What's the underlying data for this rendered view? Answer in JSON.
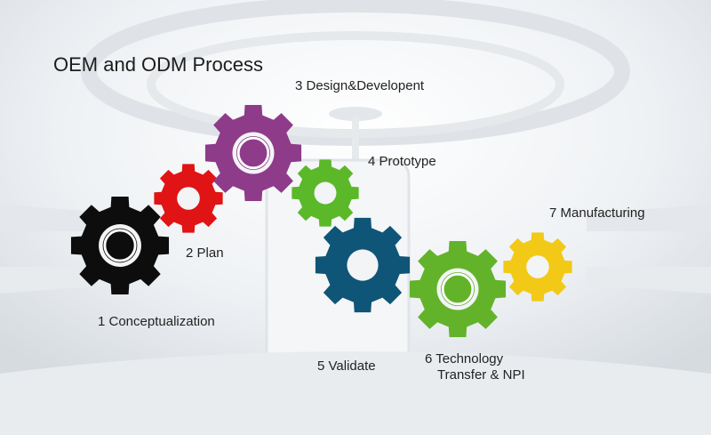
{
  "title": "OEM and ODM Process",
  "steps": [
    {
      "label": "1 Conceptualization",
      "color": "#0d0d0d",
      "ring": "#ffffff"
    },
    {
      "label": "2 Plan",
      "color": "#e01414",
      "ring": "#ffffff"
    },
    {
      "label": "3 Design&Developent",
      "color": "#8e3b8a",
      "ring": "#ffffff"
    },
    {
      "label": "4 Prototype",
      "color": "#5bb829",
      "ring": "#ffffff"
    },
    {
      "label": "5 Validate",
      "color": "#0f5577",
      "ring": "#ffffff"
    },
    {
      "label": "6 Technology",
      "label2": "Transfer & NPI",
      "color": "#62b32a",
      "ring": "#ffffff"
    },
    {
      "label": "7 Manufacturing",
      "color": "#f2c916",
      "ring": "#ffffff"
    }
  ]
}
